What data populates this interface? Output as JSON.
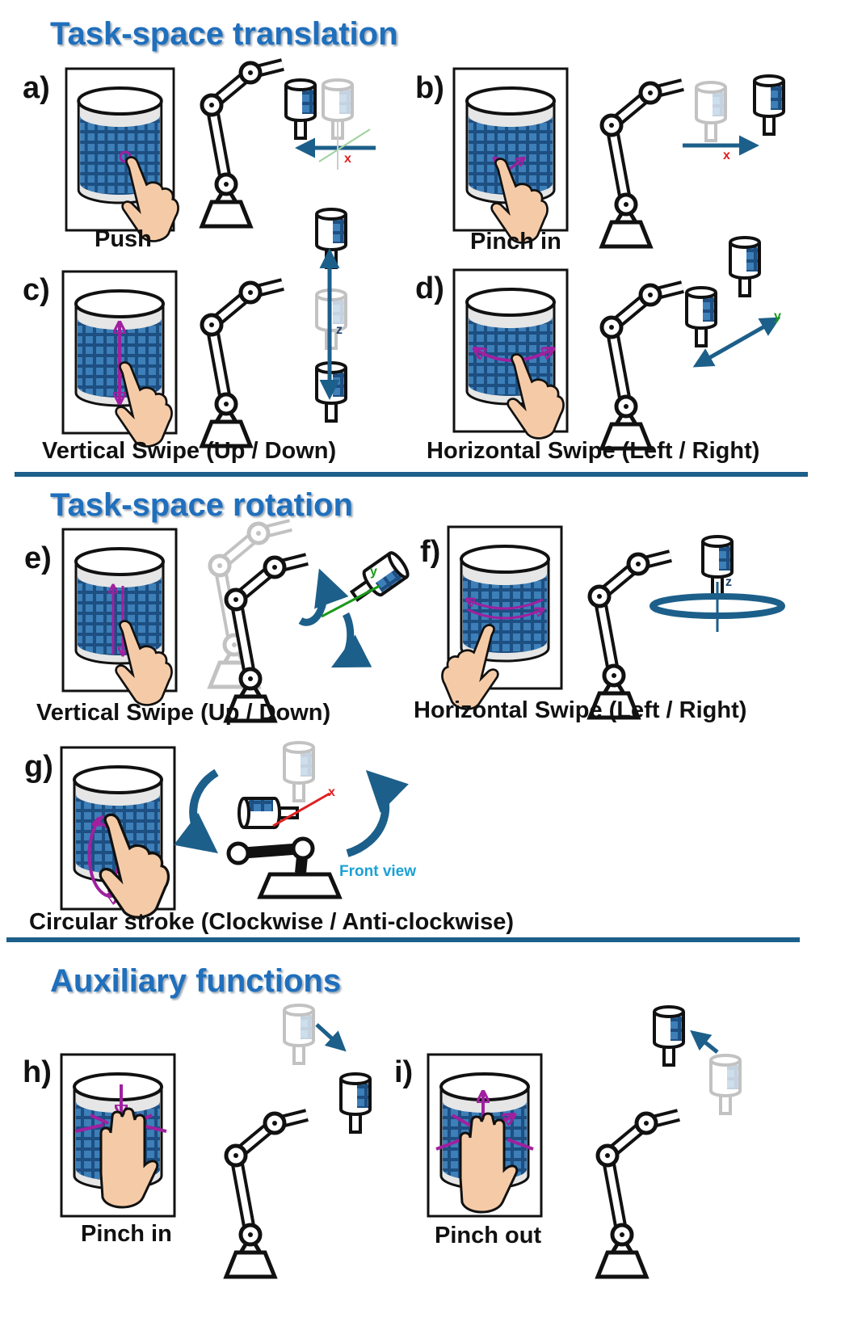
{
  "sections": [
    {
      "title": "Task-space translation"
    },
    {
      "title": "Task-space rotation"
    },
    {
      "title": "Auxiliary functions"
    }
  ],
  "panels": [
    {
      "letter": "a)",
      "caption": "Push"
    },
    {
      "letter": "b)",
      "caption": "Pinch in"
    },
    {
      "letter": "c)",
      "caption": "Vertical Swipe (Up / Down)"
    },
    {
      "letter": "d)",
      "caption": "Horizontal Swipe (Left / Right)"
    },
    {
      "letter": "e)",
      "caption": "Vertical Swipe (Up / Down)"
    },
    {
      "letter": "f)",
      "caption": "Horizontal Swipe (Left / Right)"
    },
    {
      "letter": "g)",
      "caption": "Circular stroke (Clockwise / Anti-clockwise)",
      "note": "Front view"
    },
    {
      "letter": "h)",
      "caption": "Pinch in"
    },
    {
      "letter": "i)",
      "caption": "Pinch out"
    }
  ],
  "axis_labels": {
    "x": "x",
    "y": "y",
    "z": "z"
  },
  "colors": {
    "title": "#1f6fbd",
    "divider": "#1c5f8a",
    "gesture": "#a020a0",
    "axis_arrow": "#1c5f8a",
    "x_axis": "#e02020",
    "y_axis": "#1a9a1a",
    "surface": "#1d4f82"
  }
}
